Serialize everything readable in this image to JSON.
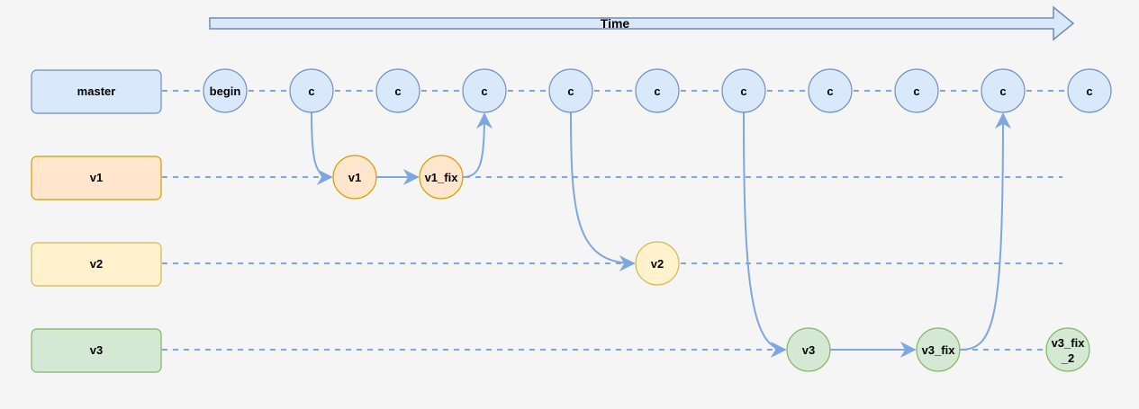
{
  "time_label": "Time",
  "colors": {
    "background": "#f5f5f5",
    "line": "#7ea6e0",
    "master_fill": "#dae8fc",
    "master_stroke": "#6c8ebf",
    "v1_fill": "#ffe6cc",
    "v1_stroke": "#d79b00",
    "v2_fill": "#fff2cc",
    "v2_stroke": "#d6b656",
    "v3_fill": "#d5e8d4",
    "v3_stroke": "#82b366"
  },
  "branches": [
    {
      "name": "master",
      "style": "master"
    },
    {
      "name": "v1",
      "style": "v1"
    },
    {
      "name": "v2",
      "style": "v2"
    },
    {
      "name": "v3",
      "style": "v3"
    }
  ],
  "master_commits": [
    "begin",
    "c",
    "c",
    "c",
    "c",
    "c",
    "c",
    "c",
    "c",
    "c",
    "c"
  ],
  "v1_commits": [
    "v1",
    "v1_fix"
  ],
  "v2_commits": [
    "v2"
  ],
  "v3_commits": [
    "v3",
    "v3_fix",
    "v3_fix_2"
  ],
  "v3_fix_2_lines": [
    "v3_fix",
    "_2"
  ]
}
